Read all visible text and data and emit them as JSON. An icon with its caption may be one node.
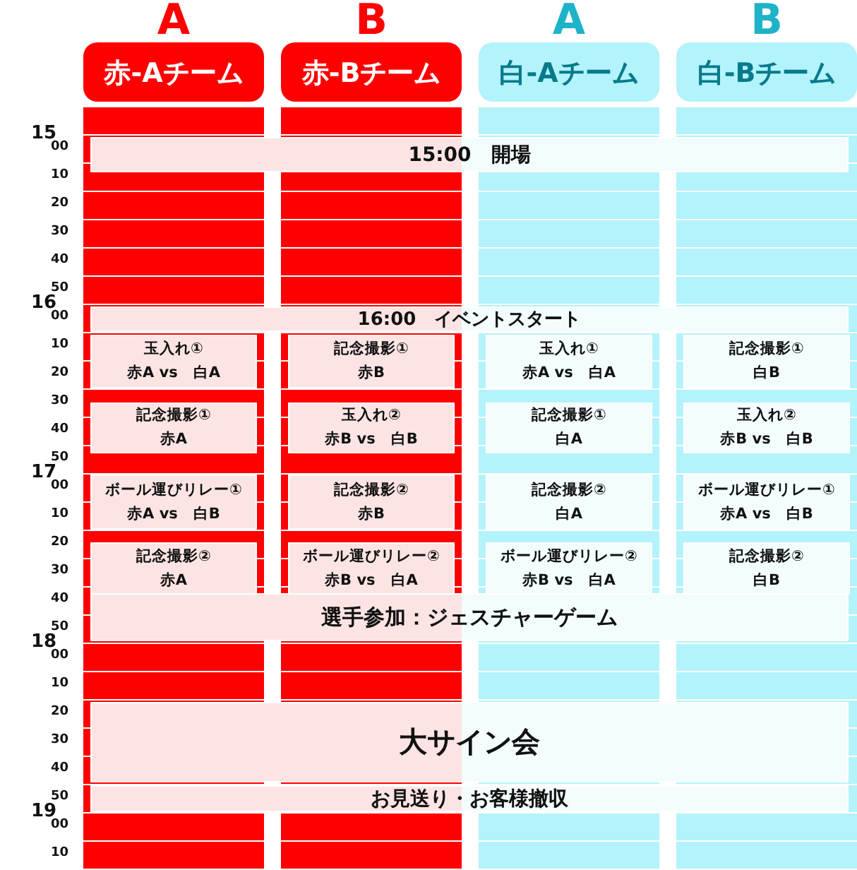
{
  "diagram": {
    "nodes": [
      {
        "text": [
          "A",
          "赤-Aチーム"
        ]
      },
      {
        "text": [
          "B",
          "赤-Bチーム"
        ]
      },
      {
        "text": [
          "A",
          "白-Aチーム"
        ]
      },
      {
        "text": [
          "B",
          "白-Bチーム"
        ]
      },
      {
        "text": [
          "15:00　開場"
        ]
      },
      {
        "text": [
          "16:00　イベントスタート"
        ]
      },
      {
        "text": [
          "玉入れ①",
          "赤A vs　白A"
        ]
      },
      {
        "text": [
          "記念撮影①",
          "赤B"
        ]
      },
      {
        "text": [
          "玉入れ①",
          "赤A vs　白A"
        ]
      },
      {
        "text": [
          "記念撮影①",
          "白B"
        ]
      },
      {
        "text": [
          "記念撮影①",
          "赤A"
        ]
      },
      {
        "text": [
          "玉入れ②",
          "赤B vs　白B"
        ]
      },
      {
        "text": [
          "記念撮影①",
          "白A"
        ]
      },
      {
        "text": [
          "玉入れ②",
          "赤B vs　白B"
        ]
      },
      {
        "text": [
          "ボール運びリレー①",
          "赤A vs　白B"
        ]
      },
      {
        "text": [
          "記念撮影②",
          "赤B"
        ]
      },
      {
        "text": [
          "記念撮影②",
          "白A"
        ]
      },
      {
        "text": [
          "ボール運びリレー①",
          "赤A vs　白B"
        ]
      },
      {
        "text": [
          "記念撮影②",
          "赤A"
        ]
      },
      {
        "text": [
          "ボール運びリレー②",
          "赤B vs　白A"
        ]
      },
      {
        "text": [
          "ボール運びリレー②",
          "赤B vs　白A"
        ]
      },
      {
        "text": [
          "記念撮影②",
          "白B"
        ]
      },
      {
        "text": [
          "選手参加：ジェスチャーゲーム"
        ]
      },
      {
        "text": [
          "大サイン会"
        ]
      },
      {
        "text": [
          "お見送り・お客様撤収"
        ]
      }
    ],
    "labels": [
      "15",
      "00",
      "10",
      "20",
      "30",
      "40",
      "50",
      "16",
      "00",
      "10",
      "20",
      "30",
      "40",
      "50",
      "17",
      "00",
      "10",
      "20",
      "30",
      "40",
      "50",
      "18",
      "00",
      "10",
      "20",
      "30",
      "40",
      "50",
      "19",
      "00",
      "10"
    ]
  }
}
